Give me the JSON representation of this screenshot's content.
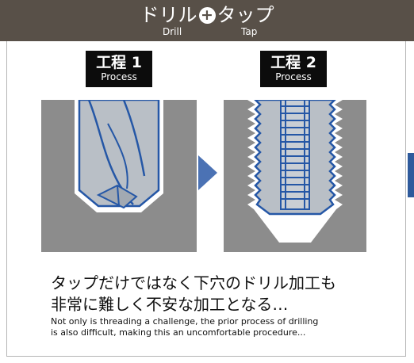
{
  "header": {
    "title_left": "ドリル",
    "plus_symbol": "+",
    "title_right": "タップ",
    "sub_left": "Drill",
    "sub_right": "Tap"
  },
  "steps": [
    {
      "label": "工程 1",
      "sub": "Process"
    },
    {
      "label": "工程 2",
      "sub": "Process"
    }
  ],
  "caption": {
    "ja_line1": "タップだけではなく下穴のドリル加工も",
    "ja_line2": "非常に難しく不安な加工となる…",
    "en_line1": "Not only is threading a challenge, the prior process of drilling",
    "en_line2": "is also difficult, making this an uncomfortable procedure..."
  },
  "colors": {
    "header_bg": "#585048",
    "workpiece_gray": "#8c8c8c",
    "tool_blue": "#2557a6",
    "arrow_blue": "#4b72b4"
  }
}
